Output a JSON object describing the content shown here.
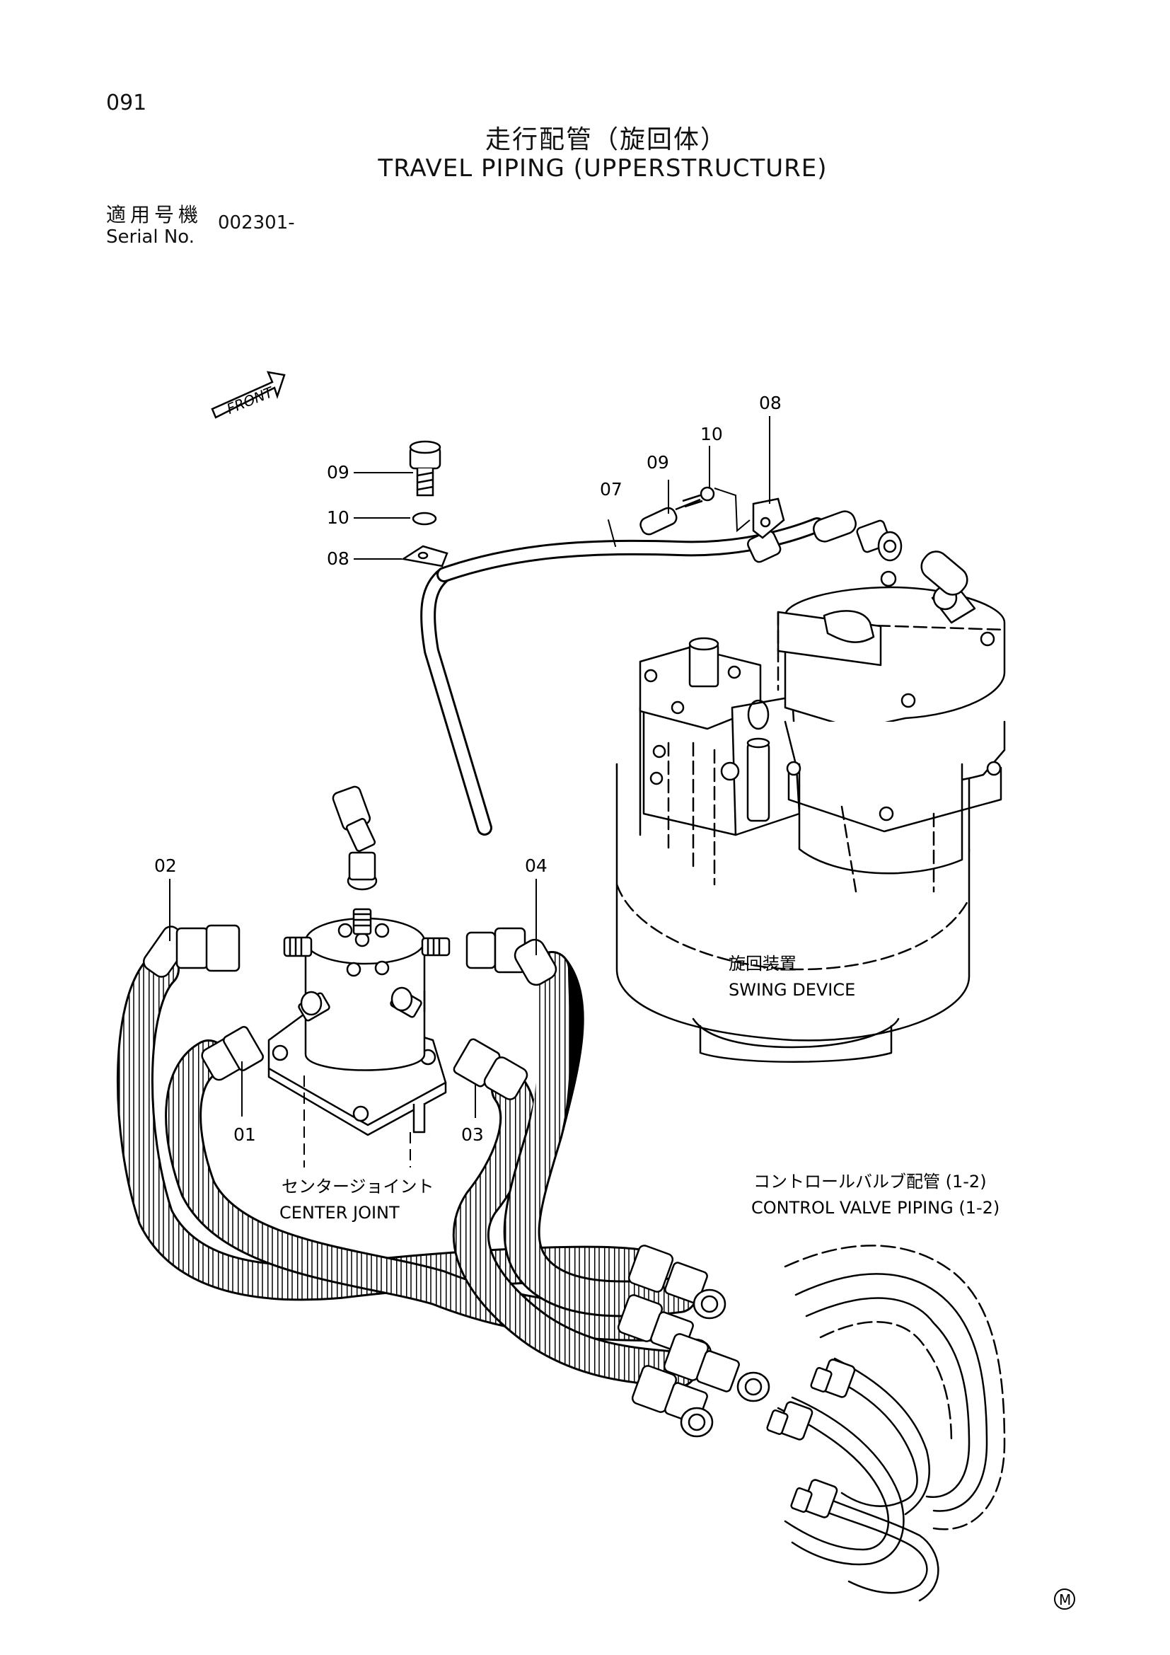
{
  "page_number": "091",
  "title_jp": "走行配管（旋回体）",
  "title_en": "TRAVEL PIPING (UPPERSTRUCTURE)",
  "serial": {
    "label_jp": "適用号機",
    "label_en": "Serial No.",
    "value": "002301-"
  },
  "front_label": "FRONT",
  "part_labels": {
    "p01": "01",
    "p02": "02",
    "p03": "03",
    "p04": "04",
    "p07": "07",
    "p08_left": "08",
    "p08_right": "08",
    "p09_left": "09",
    "p09_right": "09",
    "p10_left": "10",
    "p10_right": "10"
  },
  "components": {
    "swing_device_jp": "旋回装置",
    "swing_device_en": "SWING DEVICE",
    "center_joint_jp": "センタージョイント",
    "center_joint_en": "CENTER JOINT",
    "control_valve_jp": "コントロールバルブ配管 (1-2)",
    "control_valve_en": "CONTROL VALVE PIPING (1-2)"
  },
  "footer_mark": "M"
}
